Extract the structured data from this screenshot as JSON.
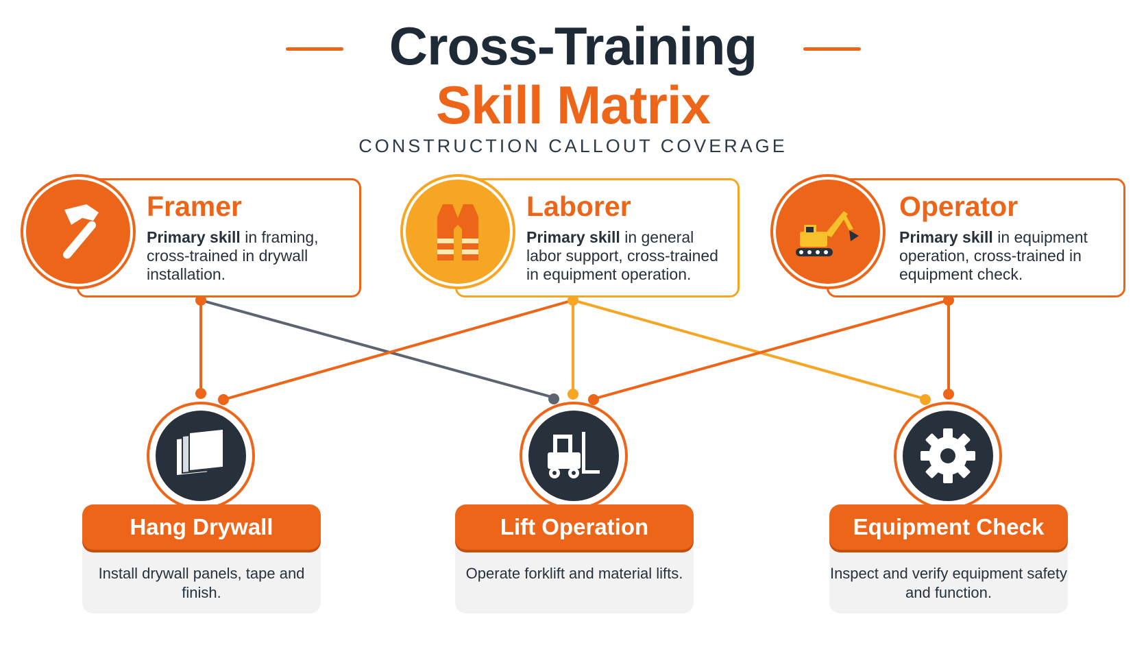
{
  "header": {
    "title_line1": "Cross-Training",
    "title_line2": "Skill Matrix",
    "subtitle": "CONSTRUCTION CALLOUT COVERAGE"
  },
  "colors": {
    "primary_orange": "#ec6519",
    "accent_yellow": "#f6a623",
    "dark_slate": "#27313c",
    "connector_gray": "#5c6470"
  },
  "roles": [
    {
      "name": "Framer",
      "icon": "hammer-icon",
      "desc_bold": "Primary skill",
      "desc_rest": " in framing, cross-trained in drywall installation."
    },
    {
      "name": "Laborer",
      "icon": "safety-vest-icon",
      "desc_bold": "Primary skill",
      "desc_rest": " in general labor support, cross-trained in equipment operation."
    },
    {
      "name": "Operator",
      "icon": "excavator-icon",
      "desc_bold": "Primary skill",
      "desc_rest": " in equipment operation, cross-trained in equipment check."
    }
  ],
  "skills": [
    {
      "name": "Hang Drywall",
      "icon": "drywall-panels-icon",
      "desc": "Install drywall panels, tape and finish."
    },
    {
      "name": "Lift Operation",
      "icon": "forklift-icon",
      "desc": "Operate forklift and material lifts."
    },
    {
      "name": "Equipment Check",
      "icon": "gear-icon",
      "desc": "Inspect and verify equipment safety and function."
    }
  ]
}
